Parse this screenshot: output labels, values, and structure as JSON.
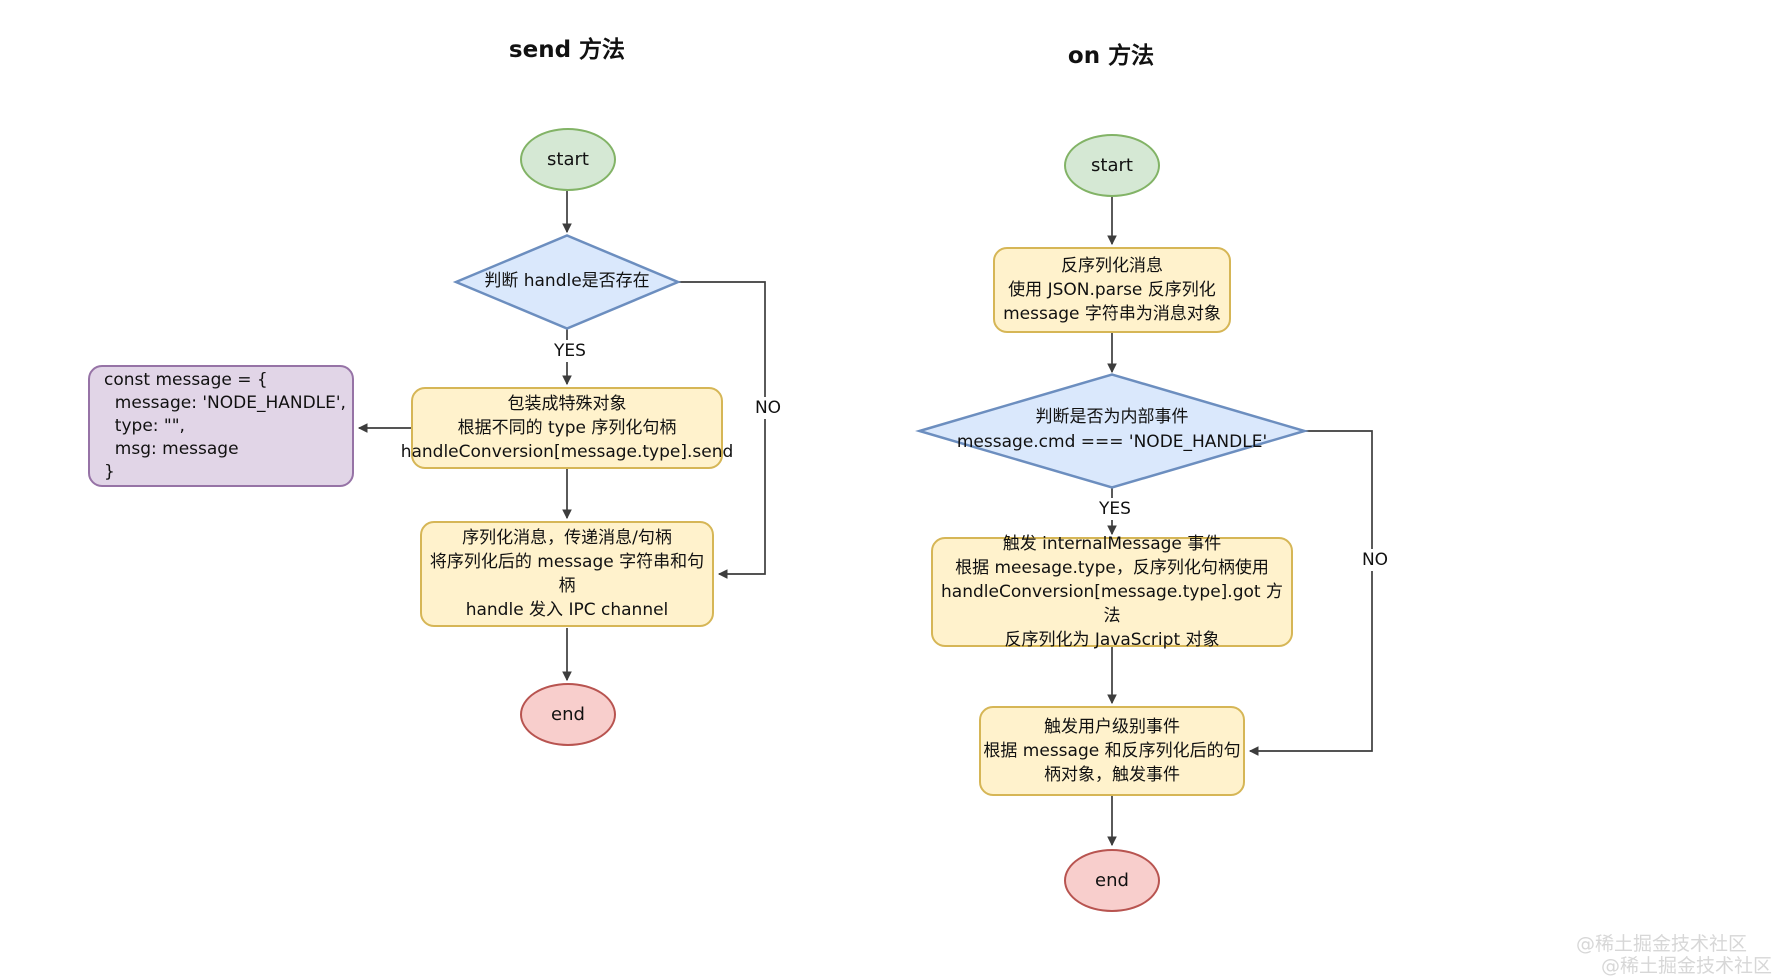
{
  "flows": {
    "send": {
      "title": "send 方法",
      "start_label": "start",
      "decision": {
        "lines": [
          "判断 handle是否存在"
        ]
      },
      "yes_label": "YES",
      "no_label": "NO",
      "process1": {
        "lines": [
          "包装成特殊对象",
          "根据不同的 type 序列化句柄",
          "handleConversion[message.type].send"
        ]
      },
      "code": {
        "lines": [
          "const message = {",
          "  message: 'NODE_HANDLE',",
          "  type: \"\",",
          "  msg: message",
          "}"
        ]
      },
      "process2": {
        "lines": [
          "序列化消息，传递消息/句柄",
          "将序列化后的 message 字符串和句柄",
          "handle 发入 IPC channel"
        ]
      },
      "end_label": "end"
    },
    "on": {
      "title": "on 方法",
      "start_label": "start",
      "process1": {
        "lines": [
          "反序列化消息",
          "使用 JSON.parse 反序列化",
          "message 字符串为消息对象"
        ]
      },
      "decision": {
        "lines": [
          "判断是否为内部事件",
          "message.cmd === 'NODE_HANDLE'"
        ]
      },
      "yes_label": "YES",
      "no_label": "NO",
      "process2": {
        "lines": [
          "触发 internalMessage 事件",
          "根据 meesage.type，反序列化句柄使用",
          "handleConversion[message.type].got 方法",
          "反序列化为 JavaScript 对象"
        ]
      },
      "process3": {
        "lines": [
          "触发用户级别事件",
          "根据 message 和反序列化后的句",
          "柄对象，触发事件"
        ]
      },
      "end_label": "end"
    }
  },
  "watermark": {
    "line1": "@稀土掘金技术社区",
    "line2": "@稀土掘金技术社区"
  },
  "colors": {
    "start_fill": "#d5e8d4",
    "start_stroke": "#82b366",
    "end_fill": "#f8cecc",
    "end_stroke": "#b85450",
    "process_fill": "#fff2cc",
    "process_stroke": "#d6b656",
    "decision_fill": "#dae8fc",
    "decision_stroke": "#6c8ebf",
    "code_fill": "#e1d5e7",
    "code_stroke": "#9673a6",
    "connector": "#3d3d3d",
    "watermark": "#d7d7d7"
  }
}
